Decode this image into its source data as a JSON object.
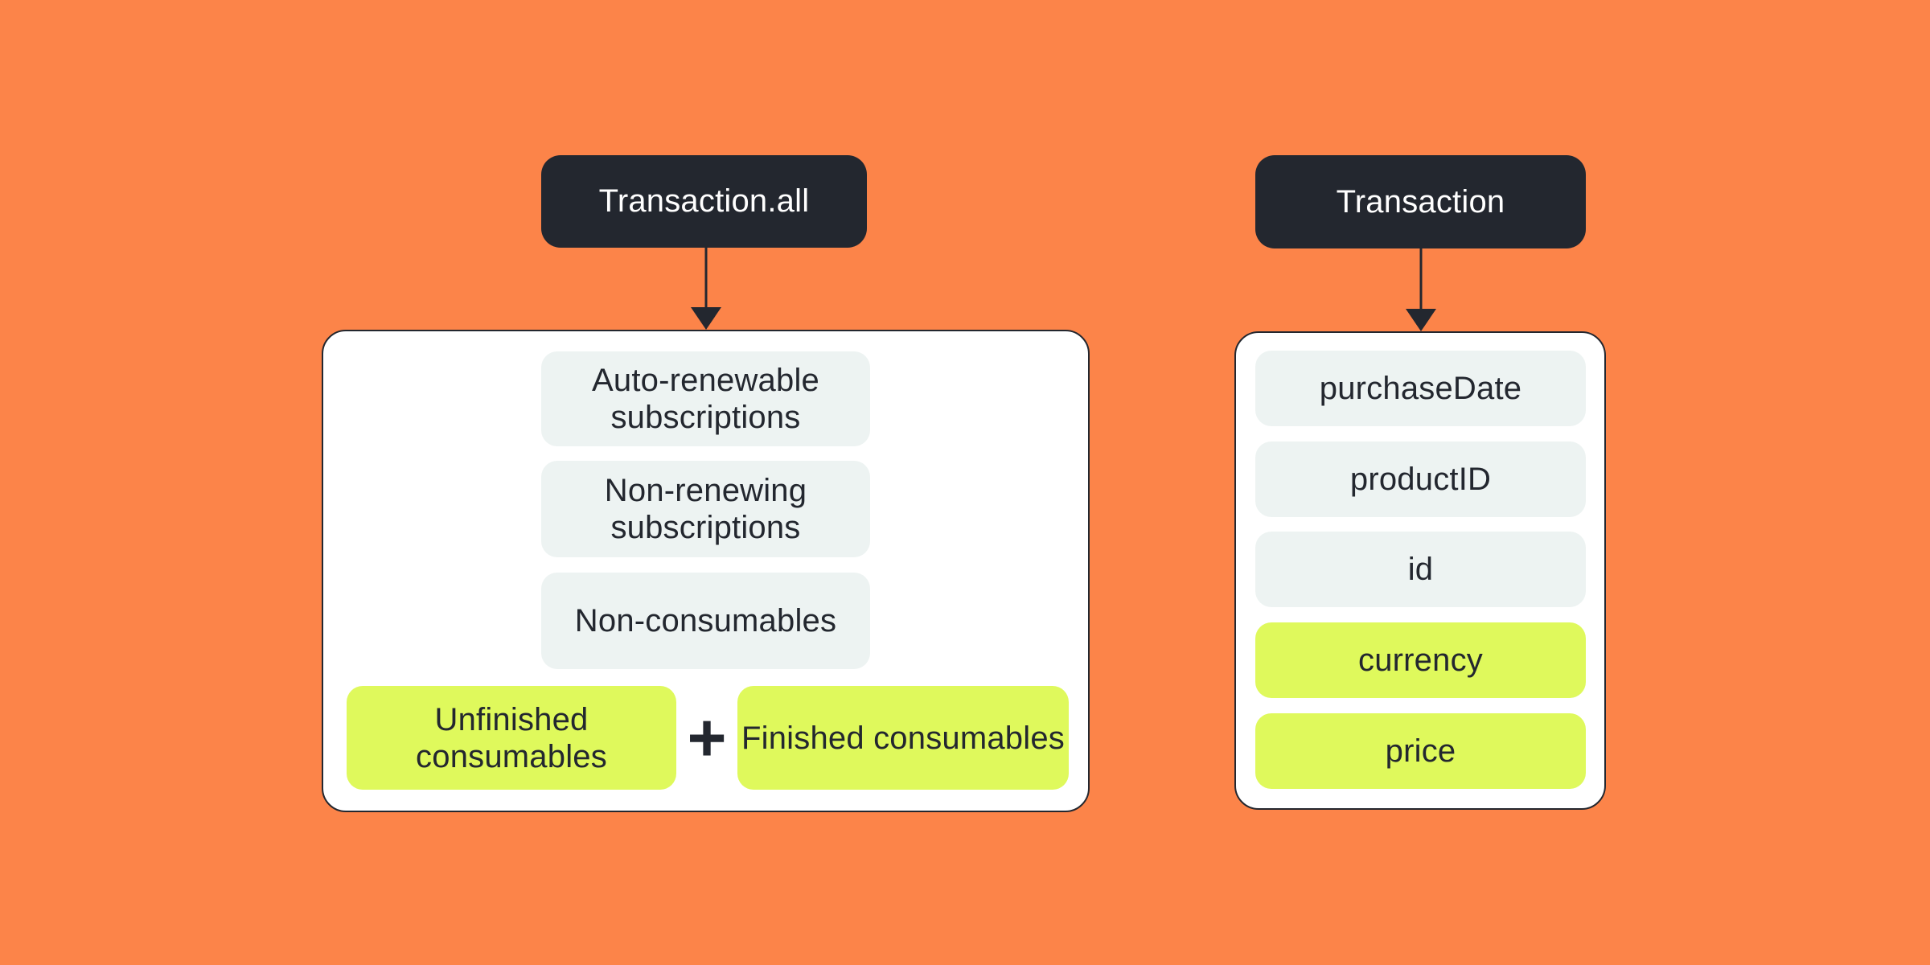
{
  "colors": {
    "background": "#FC8449",
    "dark": "#23272F",
    "lime": "#DFF95C",
    "light_gray": "#EDF3F2",
    "card_white": "#FFFFFF"
  },
  "left_diagram": {
    "root_label": "Transaction.all",
    "items": [
      {
        "label": "Auto-renewable subscriptions",
        "variant": "light"
      },
      {
        "label": "Non-renewing subscriptions",
        "variant": "light"
      },
      {
        "label": "Non-consumables",
        "variant": "light"
      }
    ],
    "bottom_row": {
      "left_label": "Unfinished consumables",
      "operator": "+",
      "right_label": "Finished consumables"
    }
  },
  "right_diagram": {
    "root_label": "Transaction",
    "items": [
      {
        "label": "purchaseDate",
        "variant": "light"
      },
      {
        "label": "productID",
        "variant": "light"
      },
      {
        "label": "id",
        "variant": "light"
      },
      {
        "label": "currency",
        "variant": "lime"
      },
      {
        "label": "price",
        "variant": "lime"
      }
    ]
  }
}
